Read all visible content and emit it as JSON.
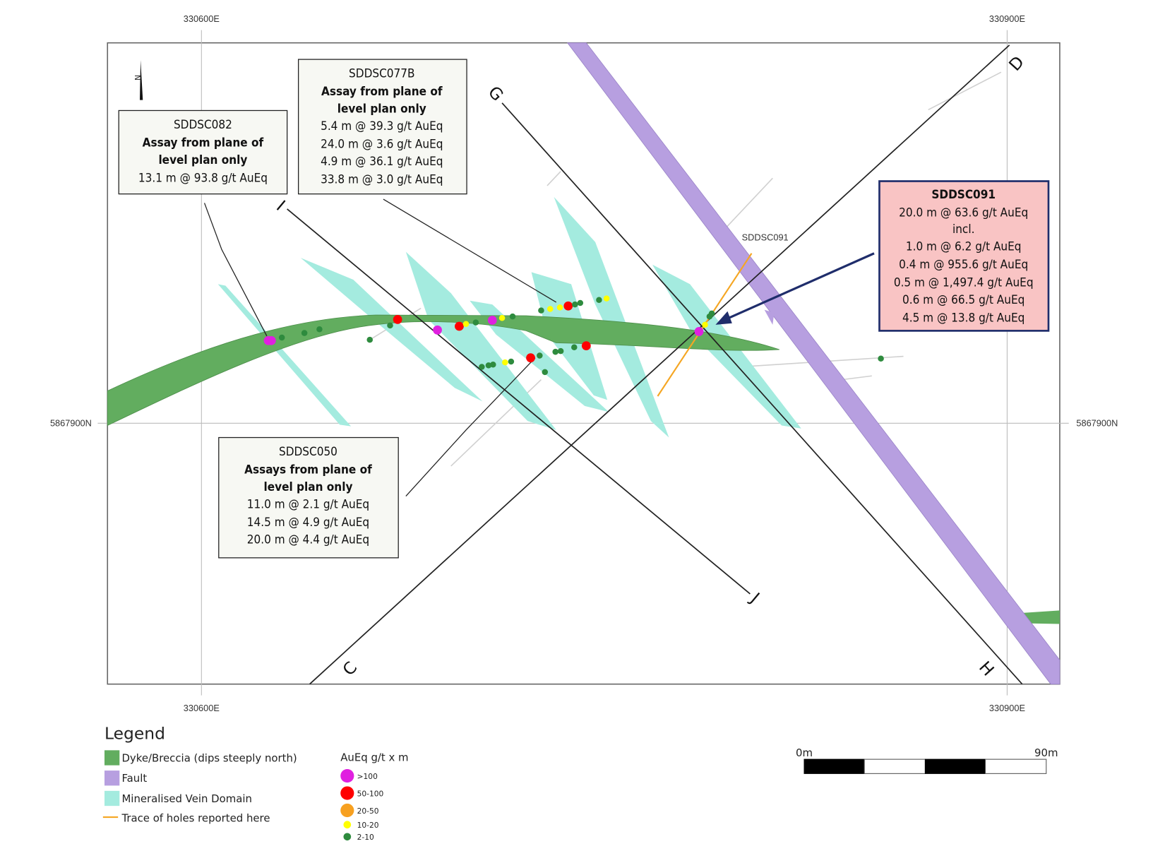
{
  "colors": {
    "dyke": "#62ad5f",
    "fault": "#b79fe0",
    "vein": "#a4ebdf",
    "trace": "#f5a623",
    "highlight_box": "#f9c4c4",
    "highlight_border": "#1f2d6b",
    "dot_gt100": "#e020e0",
    "dot_50_100": "#ff0000",
    "dot_20_50": "#f7a020",
    "dot_10_20": "#ffff00",
    "dot_2_10": "#2e8b3e"
  },
  "grid": {
    "easting_left": "330600E",
    "easting_right": "330900E",
    "northing": "5867900N"
  },
  "north_arrow": {
    "label": "N"
  },
  "sections": {
    "C": "C",
    "D": "D",
    "G": "G",
    "H": "H",
    "I": "I",
    "J": "J"
  },
  "hole_label": "SDDSC091",
  "callouts": {
    "sddsc082": {
      "title": "SDDSC082",
      "subtitle1": "Assay from plane of",
      "subtitle2": "level plan only",
      "lines": [
        "13.1 m @ 93.8 g/t AuEq"
      ]
    },
    "sddsc077b": {
      "title": "SDDSC077B",
      "subtitle1": "Assay from plane of",
      "subtitle2": "level plan only",
      "lines": [
        "5.4 m @ 39.3 g/t AuEq",
        "24.0 m @ 3.6 g/t AuEq",
        "4.9 m @ 36.1 g/t AuEq",
        "33.8 m @ 3.0 g/t AuEq"
      ]
    },
    "sddsc050": {
      "title": "SDDSC050",
      "subtitle1": "Assays from plane of",
      "subtitle2": "level plan only",
      "lines": [
        "11.0 m @ 2.1 g/t AuEq",
        "14.5 m @ 4.9 g/t AuEq",
        "20.0 m @ 4.4 g/t AuEq"
      ]
    },
    "sddsc091": {
      "title": "SDDSC091",
      "lines": [
        "20.0 m @ 63.6 g/t AuEq",
        "incl.",
        "1.0 m @ 6.2 g/t AuEq",
        "0.4 m @ 955.6 g/t AuEq",
        "0.5 m @ 1,497.4 g/t AuEq",
        "0.6 m @ 66.5 g/t AuEq",
        "4.5 m @ 13.8 g/t AuEq"
      ]
    }
  },
  "legend": {
    "title": "Legend",
    "items": [
      "Dyke/Breccia (dips steeply north)",
      "Fault",
      "Mineralised Vein Domain",
      "Trace of holes reported here"
    ],
    "grade_title": "AuEq g/t x m",
    "grades": [
      ">100",
      "50-100",
      "20-50",
      "10-20",
      "2-10"
    ]
  },
  "scale_bar": {
    "start": "0m",
    "end": "90m",
    "segments": 4
  }
}
